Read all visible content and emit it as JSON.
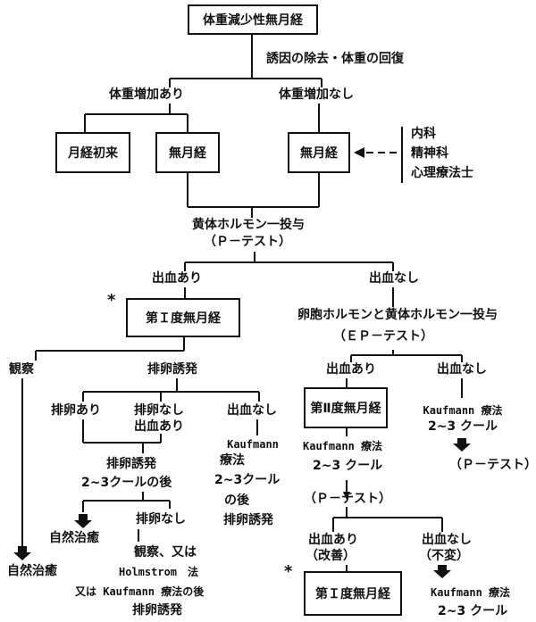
{
  "nodes": {
    "root": "体重減少性無月経",
    "cause_removal": "誘因の除去・体重の回復",
    "weight_gain_yes": "体重増加あり",
    "weight_gain_no": "体重増加なし",
    "menarche": "月経初来",
    "amenorrhea_a": "無月経",
    "amenorrhea_b": "無月経",
    "specialists": [
      "内科",
      "精神科",
      "心理療法士"
    ],
    "progestin": "黄体ホルモン一投与",
    "p_test": "（Ｐ－テスト）",
    "bleed_yes_1": "出血あり",
    "bleed_no_1": "出血なし",
    "grade1_a": "第Ｉ度無月経",
    "ep_admin": "卵胞ホルモンと黄体ホルモン一投与",
    "ep_test": "（ＥＰ－テスト）",
    "observe": "観察",
    "ovulation_induction": "排卵誘発",
    "bleed_yes_2": "出血あり",
    "bleed_no_2": "出血なし",
    "ovulation_yes": "排卵あり",
    "ovulation_no_bleed_yes": [
      "排卵なし",
      "出血あり"
    ],
    "bleed_no_3": "出血なし",
    "grade2": "第Ⅱ度無月経",
    "kaufmann_right": [
      "Kaufmann 療法",
      "2~3 クール"
    ],
    "p_test_right": "（Ｐ－テスト）",
    "kaufmann_left": [
      "Kaufmann",
      "療法",
      "2~3クール",
      "の後",
      "排卵誘発"
    ],
    "induction_after": [
      "排卵誘発",
      "2~3クールの後"
    ],
    "kaufmann_mid": [
      "Kaufmann 療法",
      "2~3 クール"
    ],
    "p_test_mid": "（Ｐ－テスト）",
    "natural_cure_a": "自然治癒",
    "ovulation_no": "排卵なし",
    "bleed_yes_improved": [
      "出血あり",
      "（改善）"
    ],
    "bleed_no_unchanged": [
      "出血なし",
      "（不変）"
    ],
    "natural_cure_b": "自然治癒",
    "holmstrom": [
      "観察、又は",
      "Holmstrom　法",
      "又は Kaufmann 療法の後",
      "排卵誘発"
    ],
    "grade1_b": "第Ｉ度無月経",
    "kaufmann_bottom": [
      "Kaufmann 療法",
      "2~3 クール"
    ],
    "asterisk": "*"
  }
}
